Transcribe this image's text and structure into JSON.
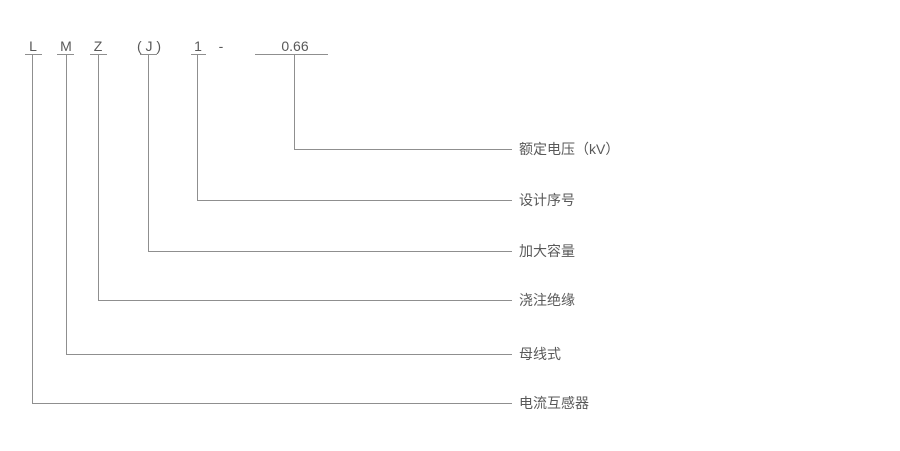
{
  "diagram": {
    "title_semantic": "model-designation-explanation",
    "code": {
      "parts": [
        {
          "id": "series",
          "text": "L"
        },
        {
          "id": "busbar",
          "text": "M"
        },
        {
          "id": "cast",
          "text": "Z"
        },
        {
          "id": "capacity",
          "text": "( J )"
        },
        {
          "id": "design-number",
          "text": "1"
        },
        {
          "id": "separator",
          "text": "-"
        },
        {
          "id": "rated-voltage",
          "text": "0.66"
        }
      ]
    },
    "labels": [
      {
        "id": "rated-voltage",
        "text": "额定电压（kV）"
      },
      {
        "id": "design-number",
        "text": "设计序号"
      },
      {
        "id": "increased-capacity",
        "text": "加大容量"
      },
      {
        "id": "cast-insulation",
        "text": "浇注绝缘"
      },
      {
        "id": "busbar-type",
        "text": "母线式"
      },
      {
        "id": "current-transformer",
        "text": "电流互感器"
      }
    ],
    "colors": {
      "line": "#8f8f8f",
      "text": "#595959",
      "background": "#ffffff"
    }
  }
}
